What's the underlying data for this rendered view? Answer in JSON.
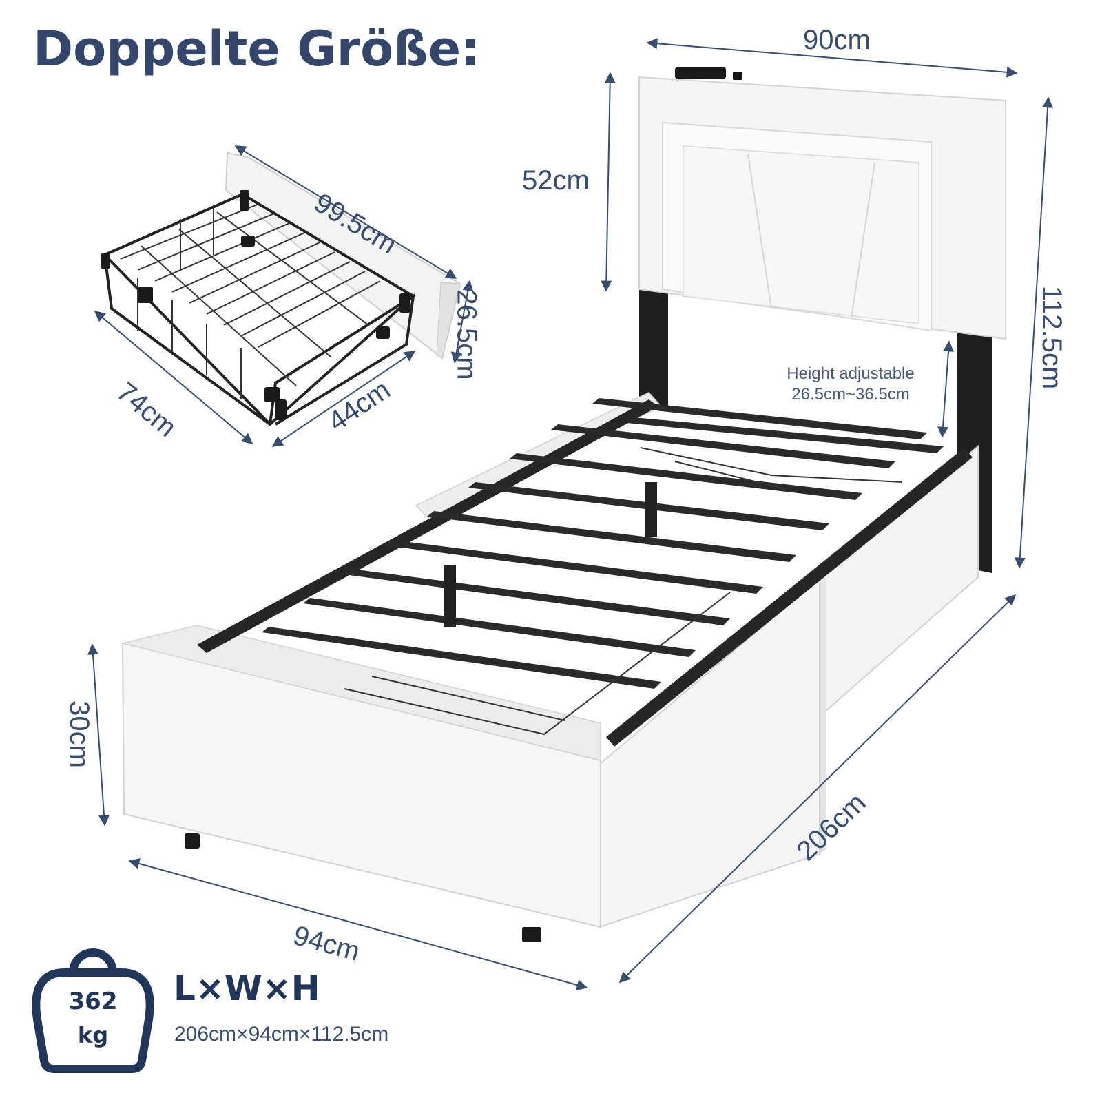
{
  "title": "Doppelte Größe:",
  "dimensions": {
    "headboard_width": "90cm",
    "headboard_height": "52cm",
    "total_height": "112.5cm",
    "drawer_length": "99.5cm",
    "drawer_height": "26.5cm",
    "drawer_depth": "74cm",
    "drawer_width": "44cm",
    "frame_height": "30cm",
    "length": "206cm",
    "width": "94cm"
  },
  "note": {
    "line1": "Height adjustable",
    "line2": "26.5cm~36.5cm"
  },
  "weight": {
    "value": "362",
    "unit": "kg"
  },
  "lwh": {
    "label": "L×W×H",
    "value": "206cm×94cm×112.5cm"
  },
  "colors": {
    "text_dark": "#34466a",
    "frame_black": "#1e1e1e",
    "upholstery_white": "#f4f4f4"
  }
}
